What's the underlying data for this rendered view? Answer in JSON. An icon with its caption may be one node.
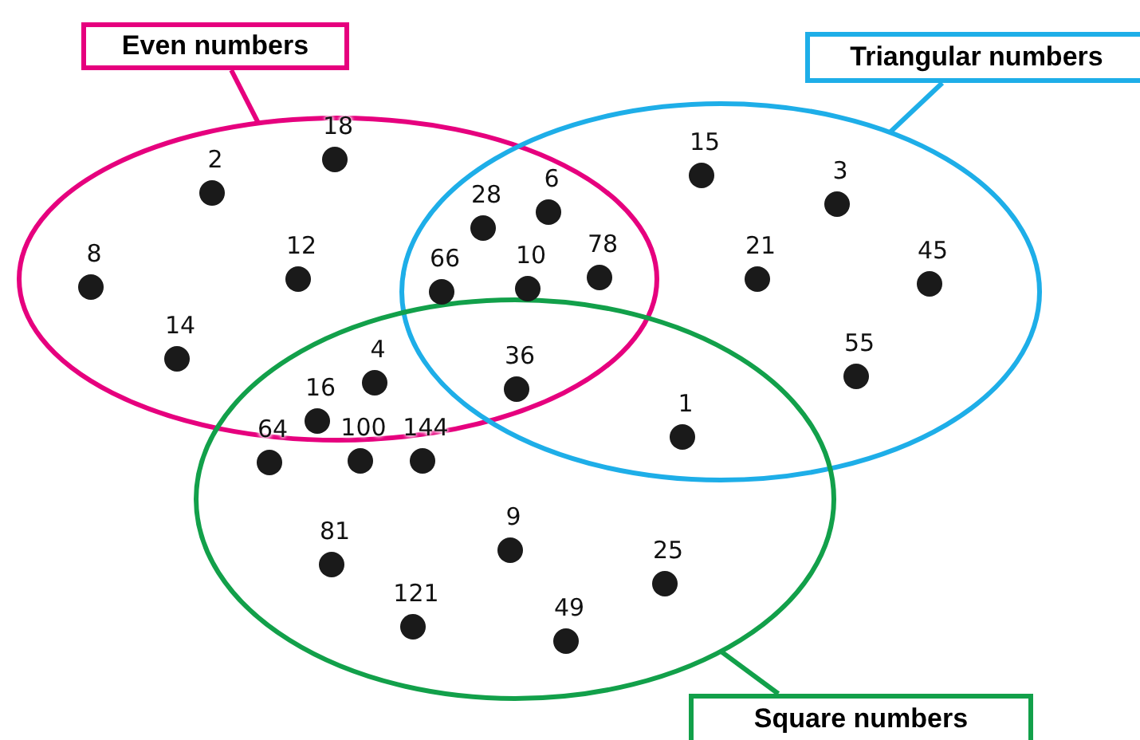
{
  "diagram": {
    "nodes": [
      {
        "text": [
          "Even numbers"
        ]
      },
      {
        "text": [
          "Triangular numbers"
        ]
      },
      {
        "text": [],
        "shape": "ellipse"
      },
      {
        "text": [],
        "shape": "ellipse"
      },
      {
        "text": [],
        "shape": "ellipse"
      },
      {
        "text": [
          "Square numbers"
        ]
      }
    ],
    "edges": [
      {
        "from": 0,
        "to": 2,
        "arrow": "none",
        "color": "#e6007e"
      },
      {
        "from": 1,
        "to": 3,
        "arrow": "none",
        "color": "#1eaee8"
      },
      {
        "from": 5,
        "to": 4,
        "arrow": "none",
        "color": "#12a04a"
      }
    ],
    "labels": [
      "18",
      "2",
      "15",
      "3",
      "6",
      "28",
      "8",
      "12",
      "78",
      "21",
      "45",
      "10",
      "66",
      "14",
      "4",
      "36",
      "55",
      "16",
      "1",
      "100",
      "144",
      "64",
      "9",
      "81",
      "25",
      "121",
      "49"
    ]
  }
}
